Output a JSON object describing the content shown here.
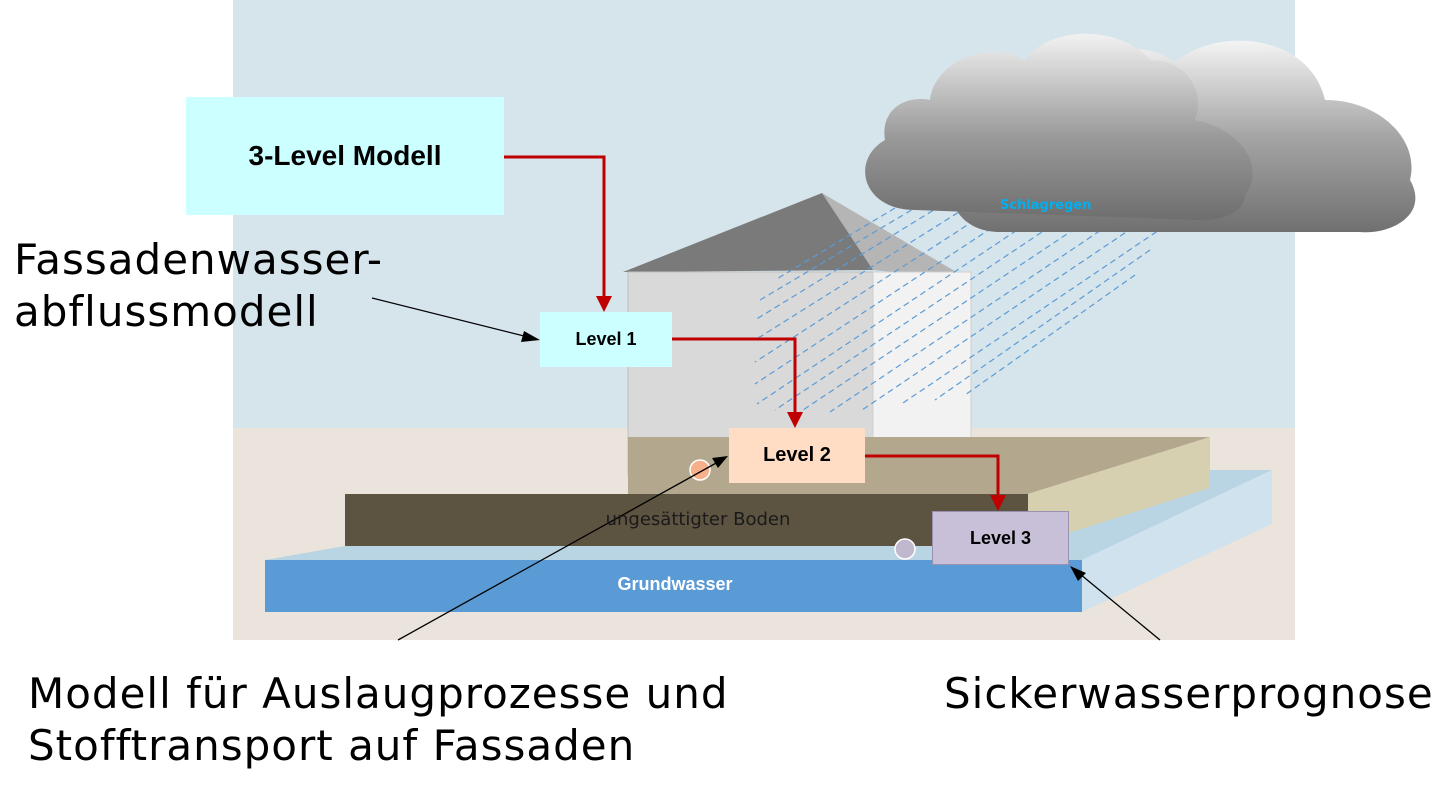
{
  "diagram": {
    "model_title": "3-Level Modell",
    "level1": "Level 1",
    "level2": "Level 2",
    "level3": "Level 3",
    "soil_label": "ungesättigter Boden",
    "groundwater_label": "Grundwasser",
    "rain_label": "Schlagregen",
    "annotation_facade": "Fassadenwasser-\nabflussmodell",
    "annotation_leaching": "Modell für Auslaugprozesse und\nStofftransport auf Fassaden",
    "annotation_seepage": "Sickerwasserprognose"
  },
  "colors": {
    "sky": "#d6e4ec",
    "ground": "#ebe4dc",
    "flow_arrow": "#c00000",
    "groundwater": "#5b9bd5",
    "soil": "#5c5440",
    "rain": "#5b9bd5"
  }
}
